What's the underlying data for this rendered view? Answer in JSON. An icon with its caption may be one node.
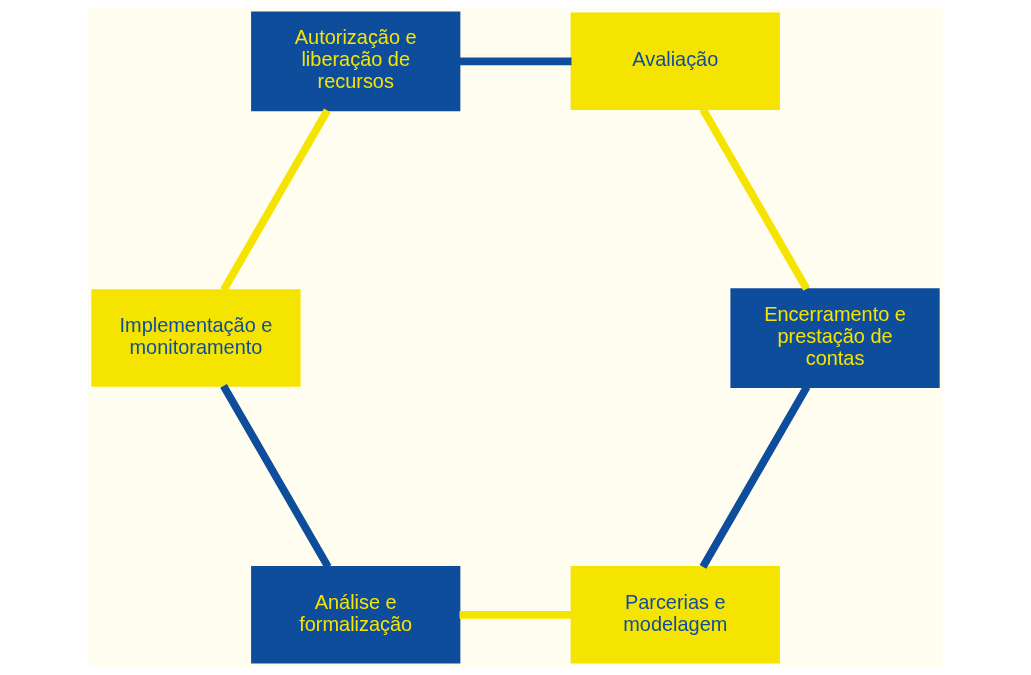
{
  "diagram": {
    "nodes": [
      {
        "text": [
          "Parcerias e modelagem"
        ]
      },
      {
        "text": [
          "Encerramento e prestação de contas"
        ]
      },
      {
        "text": [
          "Análise e formalização"
        ]
      },
      {
        "text": [
          "Avaliação"
        ]
      },
      {
        "text": [
          "Implementação e monitoramento"
        ]
      },
      {
        "text": [
          "Autorização e liberação de recursos"
        ]
      }
    ],
    "edges": [
      {
        "from": 0,
        "to": 2,
        "arrow": "none",
        "color": "#f5e400"
      },
      {
        "from": 2,
        "to": 4,
        "arrow": "none",
        "color": "#0d4d9b"
      },
      {
        "from": 4,
        "to": 5,
        "arrow": "none",
        "color": "#f5e400"
      },
      {
        "from": 5,
        "to": 3,
        "arrow": "none",
        "color": "#0d4d9b"
      },
      {
        "from": 3,
        "to": 1,
        "arrow": "none",
        "color": "#f5e400"
      },
      {
        "from": 1,
        "to": 0,
        "arrow": "none",
        "color": "#0d4d9b"
      }
    ]
  }
}
